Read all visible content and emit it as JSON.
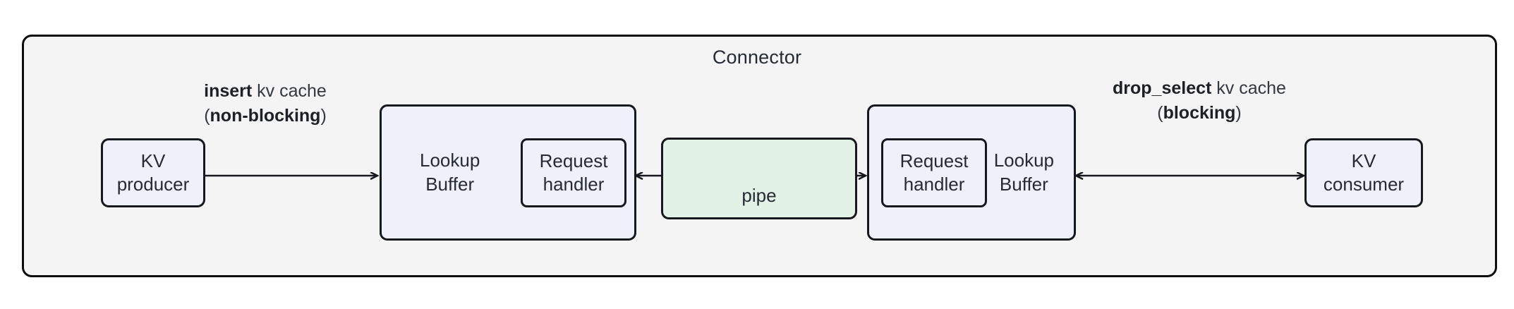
{
  "diagram": {
    "title": "Connector",
    "colors": {
      "container_bg": "#f4f4f4",
      "node_bg": "#eef0fa",
      "pipe_bg": "#e3f2e6",
      "stroke": "#16181d",
      "text": "#262b33"
    }
  },
  "nodes": {
    "kv_producer": "KV\nproducer",
    "kv_consumer": "KV\nconsumer",
    "lookup_buffer_left": "Lookup\nBuffer",
    "lookup_buffer_right": "Lookup\nBuffer",
    "request_handler_left": "Request\nhandler",
    "request_handler_right": "Request\nhandler",
    "pipe": "pipe"
  },
  "edges": {
    "insert": {
      "emphasis": "insert",
      "rest": " kv cache",
      "paren_open": "(",
      "paren_emphasis": "non-blocking",
      "paren_close": ")",
      "direction": "right"
    },
    "drop_select": {
      "emphasis": "drop_select",
      "rest": " kv cache",
      "paren_open": "(",
      "paren_emphasis": "blocking",
      "paren_close": ")",
      "direction": "bidirectional"
    },
    "pipe_edge": {
      "direction": "bidirectional"
    }
  }
}
